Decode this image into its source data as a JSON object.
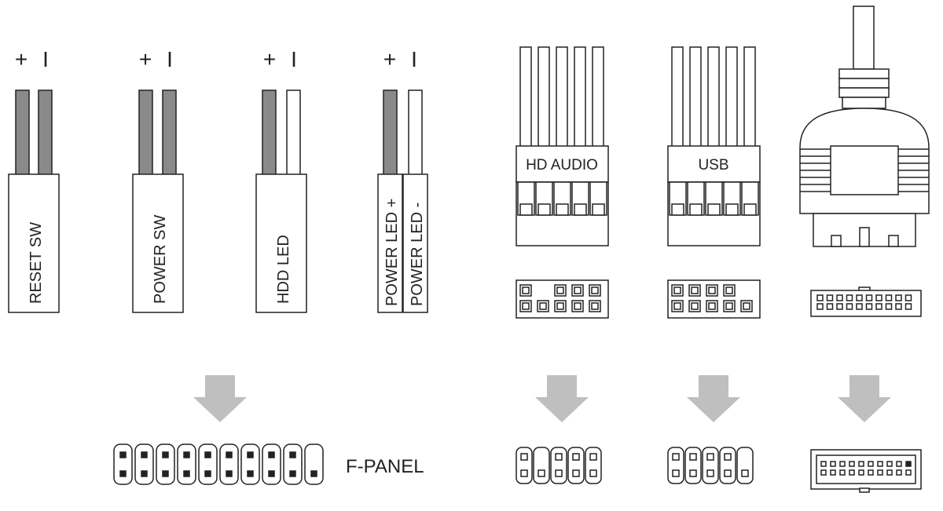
{
  "polarity": {
    "plus": "+",
    "minus": "I"
  },
  "connectors": {
    "reset_sw": "RESET SW",
    "power_sw": "POWER SW",
    "hdd_led": "HDD LED",
    "power_led_plus": "POWER LED +",
    "power_led_minus": "POWER LED -",
    "hd_audio": "HD AUDIO",
    "usb": "USB"
  },
  "headers": {
    "f_panel": "F-PANEL"
  },
  "colors": {
    "wire_dark": "#8a8a8a",
    "wire_light": "#ffffff",
    "outline": "#222222",
    "arrow": "#bfbfbf"
  }
}
